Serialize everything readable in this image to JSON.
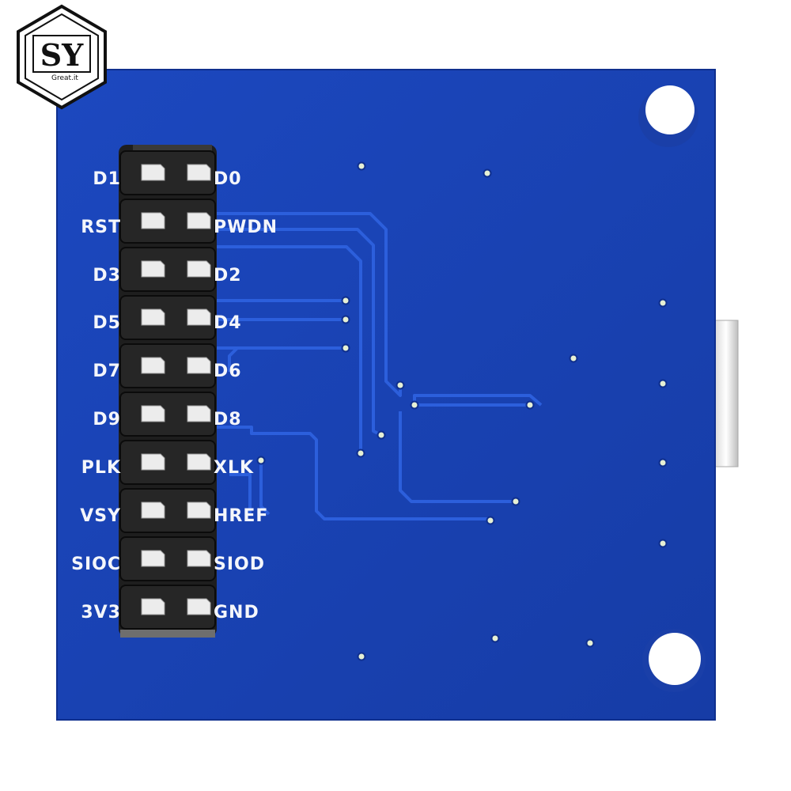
{
  "logo": {
    "mark": "SY",
    "tagline": "Great.it"
  },
  "colors": {
    "pcb": "#1a44b8",
    "pcb_edge": "#0f2f8e",
    "trace": "#2a5bd6",
    "header": "#222222",
    "pin": "#e9e9e9"
  },
  "board": {
    "left_labels": [
      "D1",
      "RST",
      "D3",
      "D5",
      "D7",
      "D9",
      "PLK",
      "VSY",
      "SIOC",
      "3V3"
    ],
    "right_labels": [
      "D0",
      "PWDN",
      "D2",
      "D4",
      "D6",
      "D8",
      "XLK",
      "HREF",
      "SIOD",
      "GND"
    ]
  }
}
